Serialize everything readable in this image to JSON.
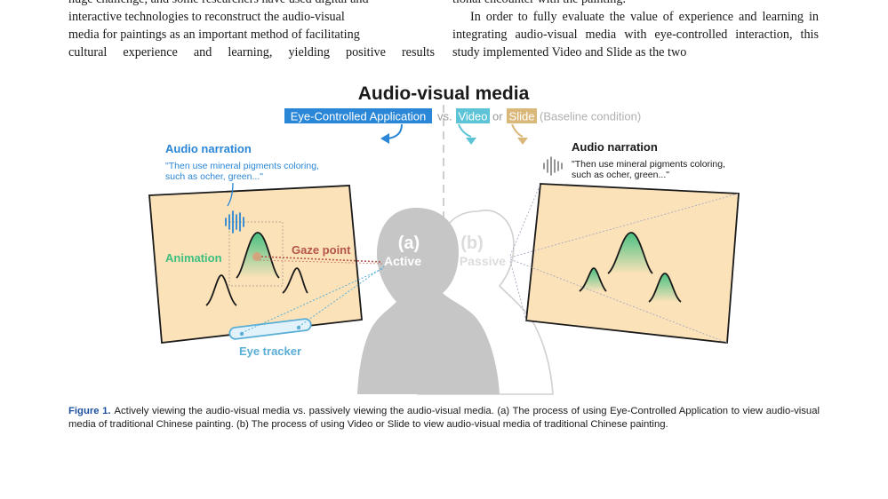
{
  "left_column": {
    "lines": [
      "huge challenge, and some researchers have used digital and",
      "interactive technologies to reconstruct the audio-visual",
      "media for paintings as an important method of facilitating",
      "cultural experience and learning, yielding positive results"
    ]
  },
  "right_column": {
    "line0": "tional encounter with the painting.",
    "paragraph": "In order to fully evaluate the value of experience and learning in integrating audio-visual media with eye-controlled interaction, this study implemented Video and Slide as the two"
  },
  "figure": {
    "title": "Audio-visual media",
    "condition_eye": "Eye-Controlled Application",
    "condition_vs": "vs.",
    "condition_video": "Video",
    "condition_or": "or",
    "condition_slide": "Slide",
    "condition_baseline": "(Baseline condition)",
    "audio_narration_left": "Audio narration",
    "quote_left_1": "\"Then use mineral pigments coloring,",
    "quote_left_2": "such as ocher, green...\"",
    "audio_narration_right": "Audio narration",
    "quote_right_1": "\"Then use mineral pigments coloring,",
    "quote_right_2": "such as ocher, green...\"",
    "animation_label": "Animation",
    "gaze_label": "Gaze point",
    "eye_tracker_label": "Eye tracker",
    "active_letter": "(a)",
    "active_label": "Active",
    "passive_letter": "(b)",
    "passive_label": "Passive",
    "colors": {
      "eye_blue": "#2a86d6",
      "video_teal": "#5cc4d6",
      "slide_tan": "#d9b87a",
      "green": "#3fbf7f",
      "gaze_red": "#b5544a",
      "tracker_blue": "#5aaed6",
      "painting_bg": "#fbe2b9"
    }
  },
  "caption": {
    "label": "Figure 1.",
    "text": "Actively viewing the audio-visual media vs. passively viewing the audio-visual media. (a) The process of using Eye-Controlled Application to view audio-visual media of traditional Chinese painting. (b) The process of using Video or Slide to view audio-visual media of traditional Chinese painting."
  }
}
